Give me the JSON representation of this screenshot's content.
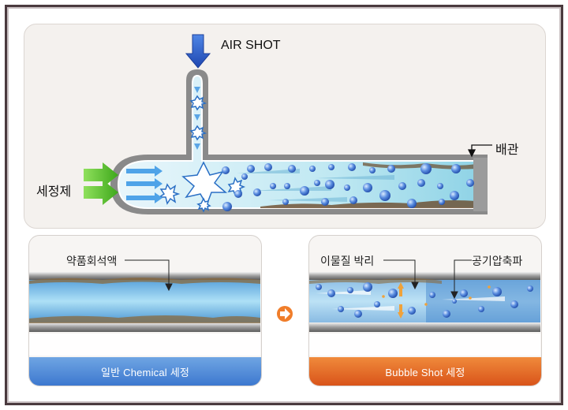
{
  "labels": {
    "air_shot": "AIR SHOT",
    "cleaning_agent": "세정제",
    "pipe": "배관",
    "chemical_solution": "약품회석액",
    "debris_removal": "이물질 박리",
    "air_compression_wave": "공기압축파"
  },
  "captions": {
    "general": "일반 Chemical 세정",
    "bubble": "Bubble Shot 세정"
  },
  "colors": {
    "arrow_blue": "#2f5fc9",
    "arrow_green": "#5cc02a",
    "caption_blue": "#4a86d6",
    "caption_orange": "#e4662a",
    "next_arrow": "#f07d2a"
  },
  "icons": {
    "next": "right-arrow-circle-icon"
  }
}
